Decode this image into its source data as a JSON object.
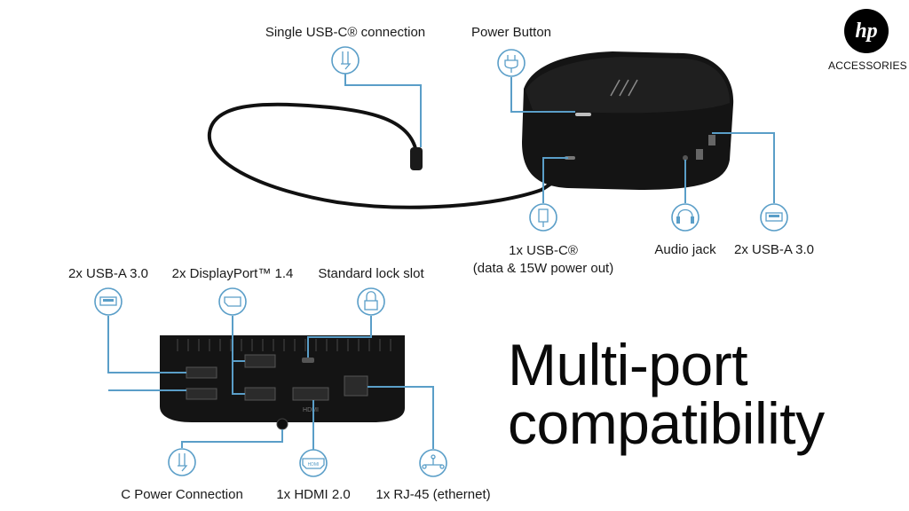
{
  "brand": {
    "logo": "hp",
    "sub": "ACCESSORIES"
  },
  "headline": {
    "line1": "Multi-port",
    "line2": "compatibility"
  },
  "top_labels": {
    "usb_c_connection": "Single USB-C® connection",
    "power_button": "Power Button",
    "usb_c_out_line1": "1x USB-C®",
    "usb_c_out_line2": "(data & 15W power out)",
    "audio_jack": "Audio jack",
    "usb_a_front": "2x USB-A 3.0"
  },
  "rear_labels": {
    "usb_a_rear": "2x USB-A 3.0",
    "displayport": "2x DisplayPort™ 1.4",
    "lock_slot": "Standard lock slot",
    "c_power": "C Power Connection",
    "hdmi": "1x HDMI 2.0",
    "rj45": "1x RJ-45 (ethernet)"
  },
  "port_marks": {
    "hdmi_text": "HDMI",
    "hdmi_icon_text": "HDMI"
  },
  "colors": {
    "accent": "#5a9ec8",
    "dock": "#141414",
    "text": "#1a1a1a"
  }
}
